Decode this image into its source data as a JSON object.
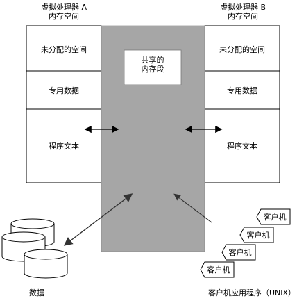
{
  "vp_a": {
    "title": "虚拟处理器 A",
    "subtitle": "内存空间",
    "cells": [
      "未分配的空间",
      "专用数据",
      "程序文本"
    ]
  },
  "vp_b": {
    "title": "虚拟处理器 B",
    "subtitle": "内存空间",
    "cells": [
      "未分配的空间",
      "专用数据",
      "程序文本"
    ]
  },
  "shared": {
    "line1": "共享的",
    "line2": "内存段"
  },
  "data_label": "数据",
  "clients": {
    "items": [
      "客户机",
      "客户机",
      "客户机",
      "客户机"
    ],
    "caption": "客户机应用程序（UNIX）"
  },
  "colors": {
    "shared_fill": "#a6a6a6",
    "line": "#000000",
    "white": "#ffffff"
  }
}
